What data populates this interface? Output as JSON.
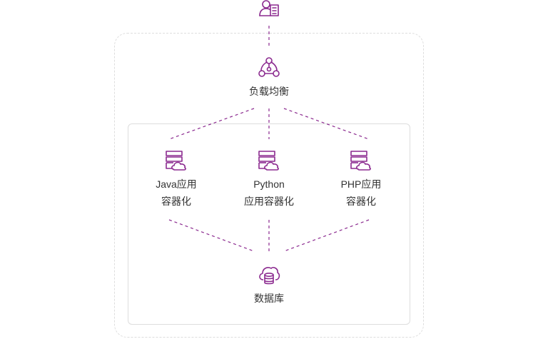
{
  "diagram": {
    "accent_color": "#8b2a8f",
    "top_node": {
      "icon": "user-document-icon"
    },
    "load_balancer": {
      "icon": "network-hub-icon",
      "label": "负载均衡"
    },
    "containers": [
      {
        "icon": "server-cloud-icon",
        "line1": "Java应用",
        "line2": "容器化"
      },
      {
        "icon": "server-cloud-icon",
        "line1": "Python",
        "line2": "应用容器化"
      },
      {
        "icon": "server-cloud-icon",
        "line1": "PHP应用",
        "line2": "容器化"
      }
    ],
    "database": {
      "icon": "cloud-database-icon",
      "label": "数据库"
    }
  }
}
